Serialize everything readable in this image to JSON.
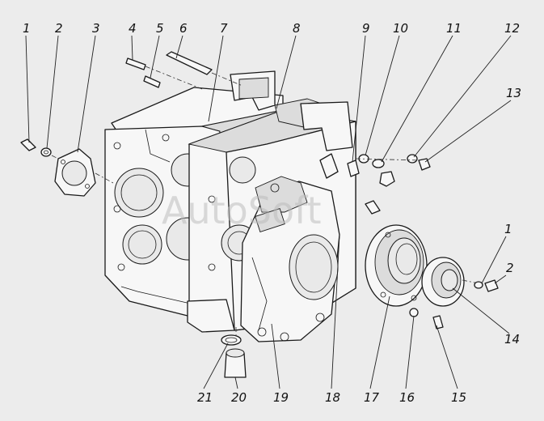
{
  "watermark": "AutoSoft",
  "callouts": [
    {
      "id": "c1a",
      "label": "1"
    },
    {
      "id": "c2a",
      "label": "2"
    },
    {
      "id": "c3",
      "label": "3"
    },
    {
      "id": "c4",
      "label": "4"
    },
    {
      "id": "c5",
      "label": "5"
    },
    {
      "id": "c6",
      "label": "6"
    },
    {
      "id": "c7",
      "label": "7"
    },
    {
      "id": "c8",
      "label": "8"
    },
    {
      "id": "c9",
      "label": "9"
    },
    {
      "id": "c10",
      "label": "10"
    },
    {
      "id": "c11",
      "label": "11"
    },
    {
      "id": "c12",
      "label": "12"
    },
    {
      "id": "c13",
      "label": "13"
    },
    {
      "id": "c1b",
      "label": "1"
    },
    {
      "id": "c2b",
      "label": "2"
    },
    {
      "id": "c14",
      "label": "14"
    },
    {
      "id": "c15",
      "label": "15"
    },
    {
      "id": "c16",
      "label": "16"
    },
    {
      "id": "c17",
      "label": "17"
    },
    {
      "id": "c18",
      "label": "18"
    },
    {
      "id": "c19",
      "label": "19"
    },
    {
      "id": "c20",
      "label": "20"
    },
    {
      "id": "c21",
      "label": "21"
    }
  ]
}
